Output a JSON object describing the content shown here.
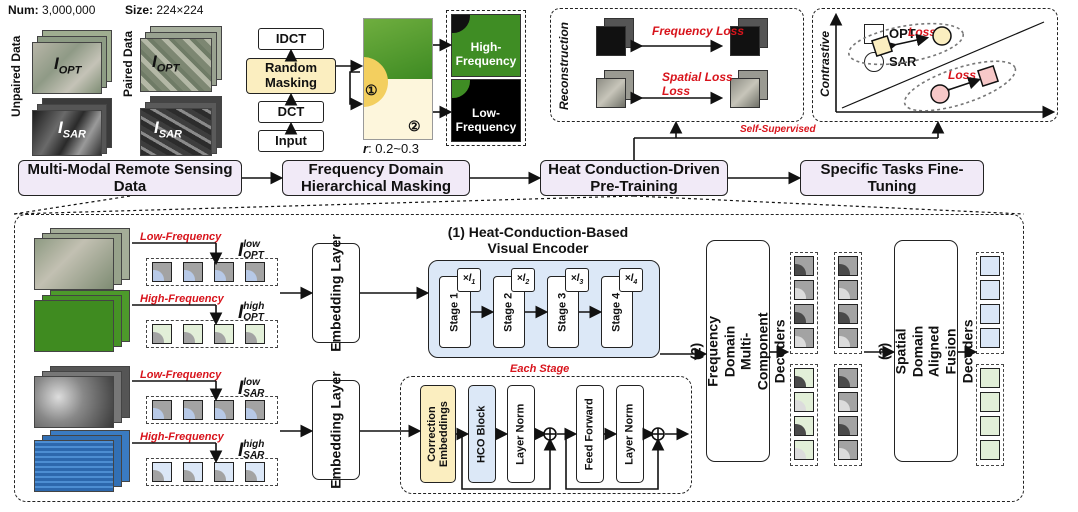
{
  "top_left": {
    "num_label": "Num:",
    "num_value": "3,000,000",
    "size_label": "Size:",
    "size_value": "224×224",
    "unpaired": "Unpaired Data",
    "paired": "Paired Data",
    "i_opt": "I",
    "opt_sub": "OPT",
    "sar_sub": "SAR"
  },
  "masking": {
    "idct": "IDCT",
    "random_masking": "Random Masking",
    "dct": "DCT",
    "input": "Input",
    "circle1": "①",
    "circle2": "②",
    "ratio_label": "r",
    "ratio_value": ": 0.2~0.3",
    "high_frequency": "High-Frequency",
    "low_frequency": "Low-Frequency"
  },
  "ssl": {
    "reconstruction": "Reconstruction",
    "frequency_loss": "Frequency Loss",
    "spatial_loss": "Spatial Loss",
    "contrastive": "Contrastive",
    "loss": "Loss",
    "opt": "OPT",
    "sar": "SAR",
    "self_supervised": "Self-Supervised"
  },
  "pipeline": {
    "step1": "Multi-Modal Remote Sensing Data",
    "step2": "Frequency Domain Hierarchical Masking",
    "step3": "Heat Conduction-Driven Pre-Training",
    "step4": "Specific Tasks Fine-Tuning"
  },
  "bottom": {
    "low_frequency": "Low-Frequency",
    "high_frequency": "High-Frequency",
    "i": "I",
    "low": "low",
    "high": "high",
    "opt": "OPT",
    "sar": "SAR",
    "embedding_layer": "Embedding Layer",
    "encoder_title": "(1) Heat-Conduction-Based Visual Encoder",
    "stages": [
      {
        "label": "Stage 1",
        "mult": "×l",
        "sub": "1"
      },
      {
        "label": "Stage 2",
        "mult": "×l",
        "sub": "2"
      },
      {
        "label": "Stage 3",
        "mult": "×l",
        "sub": "3"
      },
      {
        "label": "Stage 4",
        "mult": "×l",
        "sub": "4"
      }
    ],
    "each_stage": "Each Stage",
    "stage_blocks": [
      "Correction Embeddings",
      "HCO Block",
      "Layer Norm",
      "Feed Forward",
      "Layer Norm"
    ],
    "freq_decoders": "(2) Frequency Domain Multi-Component Decoders",
    "spatial_decoders": "(3) Spatial Domain Aligned Fusion Decoders"
  },
  "colors": {
    "pipeline_fill": "#f1eaf7",
    "masking_highlight": "#fbeec0",
    "encoder_fill": "#dce8f7",
    "correction_fill": "#fbeec0",
    "hco_fill": "#dce8f7",
    "accent_red": "#d8141c",
    "high_freq_green": "#4f9a2c",
    "low_freq_cream": "#fdf6dc"
  }
}
